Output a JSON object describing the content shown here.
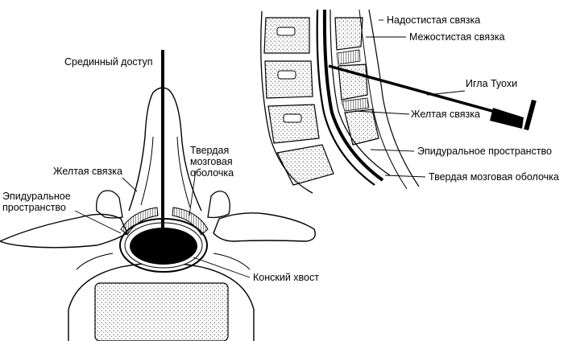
{
  "labels": {
    "midline_access": "Срединный доступ",
    "yellow_ligament_left": "Желтая связка",
    "epidural_space_left_1": "Эпидуральное",
    "epidural_space_left_2": "пространство",
    "dura_left_1": "Твердая",
    "dura_left_2": "мозговая",
    "dura_left_3": "оболочка",
    "cauda_equina": "Конский хвост",
    "supraspinous_ligament": "Надостистая связка",
    "interspinous_ligament": "Межостистая связка",
    "tuohy_needle": "Игла Туохи",
    "yellow_ligament_right": "Желтая связка",
    "epidural_space_right": "Эпидуральное пространство",
    "dura_right": "Твердая мозговая оболочка"
  },
  "colors": {
    "ink": "#000000",
    "paper": "#ffffff",
    "stipple": "#8a8a8a"
  }
}
